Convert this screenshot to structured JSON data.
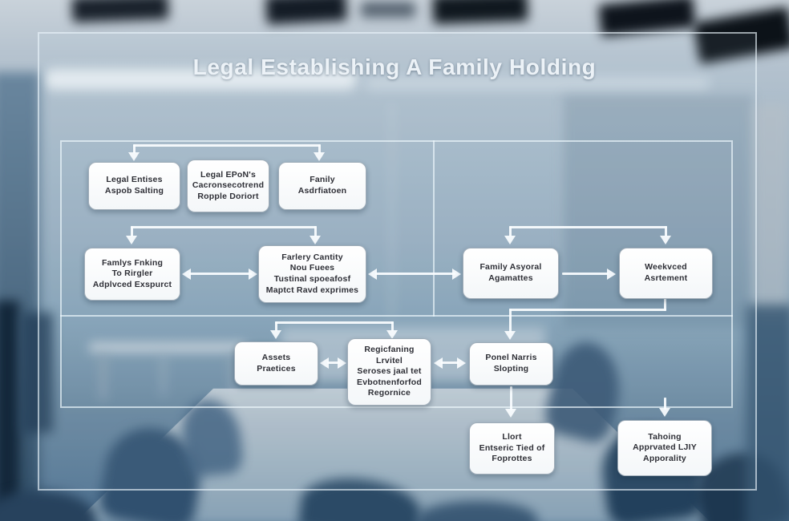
{
  "title": "Legal Establishing A Family Holding",
  "colors": {
    "connector": "#fafdff",
    "overlay_line": "#eef7fc",
    "box_fill": "#fcfdfe",
    "box_border": "#607588",
    "box_text": "#2e2f36",
    "title_text": "#ecf2f7",
    "background_wall": "#97adbf",
    "chair_dark": "#2b4a66"
  },
  "nodes": {
    "legal_entises": {
      "lines": [
        "Legal Entises",
        "Aspob Salting"
      ]
    },
    "legal_epods": {
      "lines": [
        "Legal EPoN's",
        "Cacronsecotrend",
        "Ropple Doriort"
      ]
    },
    "fanily": {
      "lines": [
        "Fanily",
        "Asdrfiatoen"
      ]
    },
    "famlys_fnking": {
      "lines": [
        "Famlys Fnking",
        "To Rirgler",
        "Adplvced Exspurct"
      ]
    },
    "farlery_cantity": {
      "lines": [
        "Farlery Cantity",
        "Nou Fuees",
        "Tustinal spoeafosf",
        "Maptct Ravd exprimes"
      ]
    },
    "family_asyoral": {
      "lines": [
        "Family Asyoral",
        "Agamattes"
      ]
    },
    "weekvced": {
      "lines": [
        "Weekvced",
        "Asrtement"
      ]
    },
    "assets": {
      "lines": [
        "Assets",
        "Praetices"
      ]
    },
    "regicfaning": {
      "lines": [
        "Regicfaning",
        "Lrvitel",
        "Seroses jaal tet",
        "Evbotnenforfod",
        "Regornice"
      ]
    },
    "ponel_narris": {
      "lines": [
        "Ponel Narris",
        "Slopting"
      ]
    },
    "llort": {
      "lines": [
        "Llort",
        "Entseric Tied of",
        "Foprottes"
      ]
    },
    "tahoing": {
      "lines": [
        "Tahoing",
        "Apprvated LJIY",
        "Apporality"
      ]
    }
  },
  "edges": [
    {
      "type": "branch-down",
      "targets": [
        "legal_entises",
        "fanily"
      ]
    },
    {
      "type": "branch-down",
      "targets": [
        "famlys_fnking",
        "farlery_cantity"
      ]
    },
    {
      "type": "bidirectional",
      "between": [
        "famlys_fnking",
        "farlery_cantity"
      ]
    },
    {
      "type": "bidirectional",
      "between": [
        "farlery_cantity",
        "family_asyoral"
      ]
    },
    {
      "type": "branch-down",
      "targets": [
        "family_asyoral",
        "weekvced"
      ]
    },
    {
      "type": "arrow-right",
      "from": "family_asyoral",
      "to": "weekvced"
    },
    {
      "type": "elbow-down",
      "from": "weekvced",
      "to": "ponel_narris"
    },
    {
      "type": "branch-down",
      "targets": [
        "assets",
        "regicfaning"
      ]
    },
    {
      "type": "bidirectional",
      "between": [
        "assets",
        "regicfaning"
      ]
    },
    {
      "type": "bidirectional",
      "between": [
        "regicfaning",
        "ponel_narris"
      ]
    },
    {
      "type": "arrow-down",
      "from": "ponel_narris",
      "to": "llort"
    },
    {
      "type": "arrow-down",
      "from": "panel-bottom",
      "to": "tahoing"
    }
  ]
}
